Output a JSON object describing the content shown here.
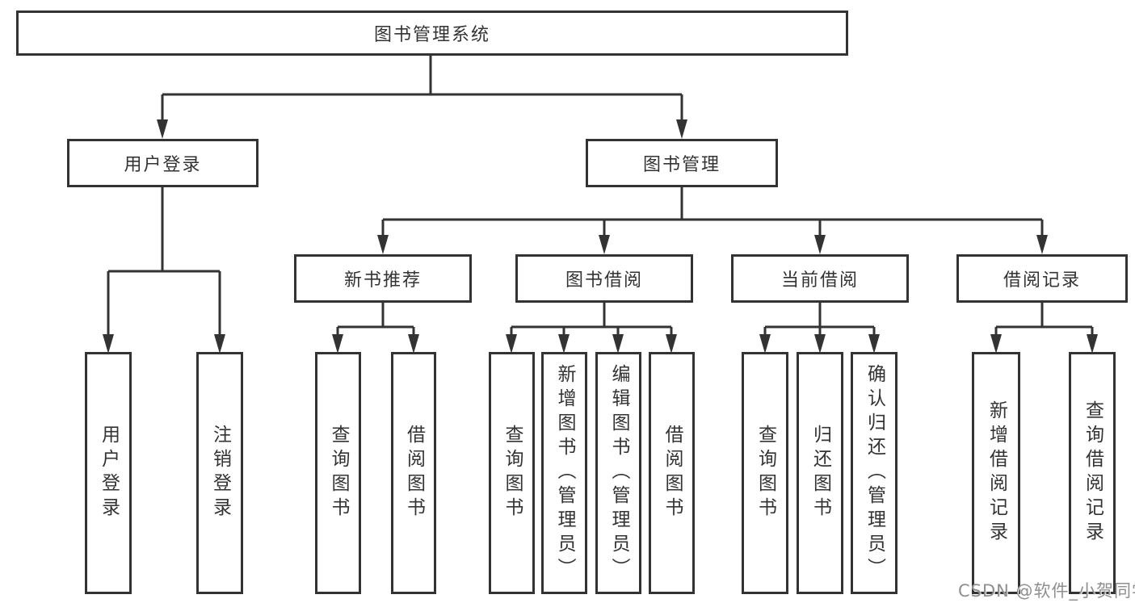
{
  "tree": {
    "root": "图书管理系统",
    "children": [
      {
        "label": "用户登录",
        "children": [
          "用户登录",
          "注销登录"
        ]
      },
      {
        "label": "图书管理",
        "children": [
          {
            "label": "新书推荐",
            "children": [
              "查询图书",
              "借阅图书"
            ]
          },
          {
            "label": "图书借阅",
            "children": [
              "查询图书",
              "新增图书（管理员）",
              "编辑图书（管理员）",
              "借阅图书"
            ]
          },
          {
            "label": "当前借阅",
            "children": [
              "查询图书",
              "归还图书",
              "确认归还（管理员）"
            ]
          },
          {
            "label": "借阅记录",
            "children": [
              "新增借阅记录",
              "查询借阅记录"
            ]
          }
        ]
      }
    ]
  },
  "colors": {
    "line": "#333333",
    "box_border": "#333333",
    "text": "#333333",
    "watermark": "#8f8f8f",
    "background": "#ffffff"
  },
  "watermark": {
    "text": "CSDN @软件_小贺同学"
  }
}
